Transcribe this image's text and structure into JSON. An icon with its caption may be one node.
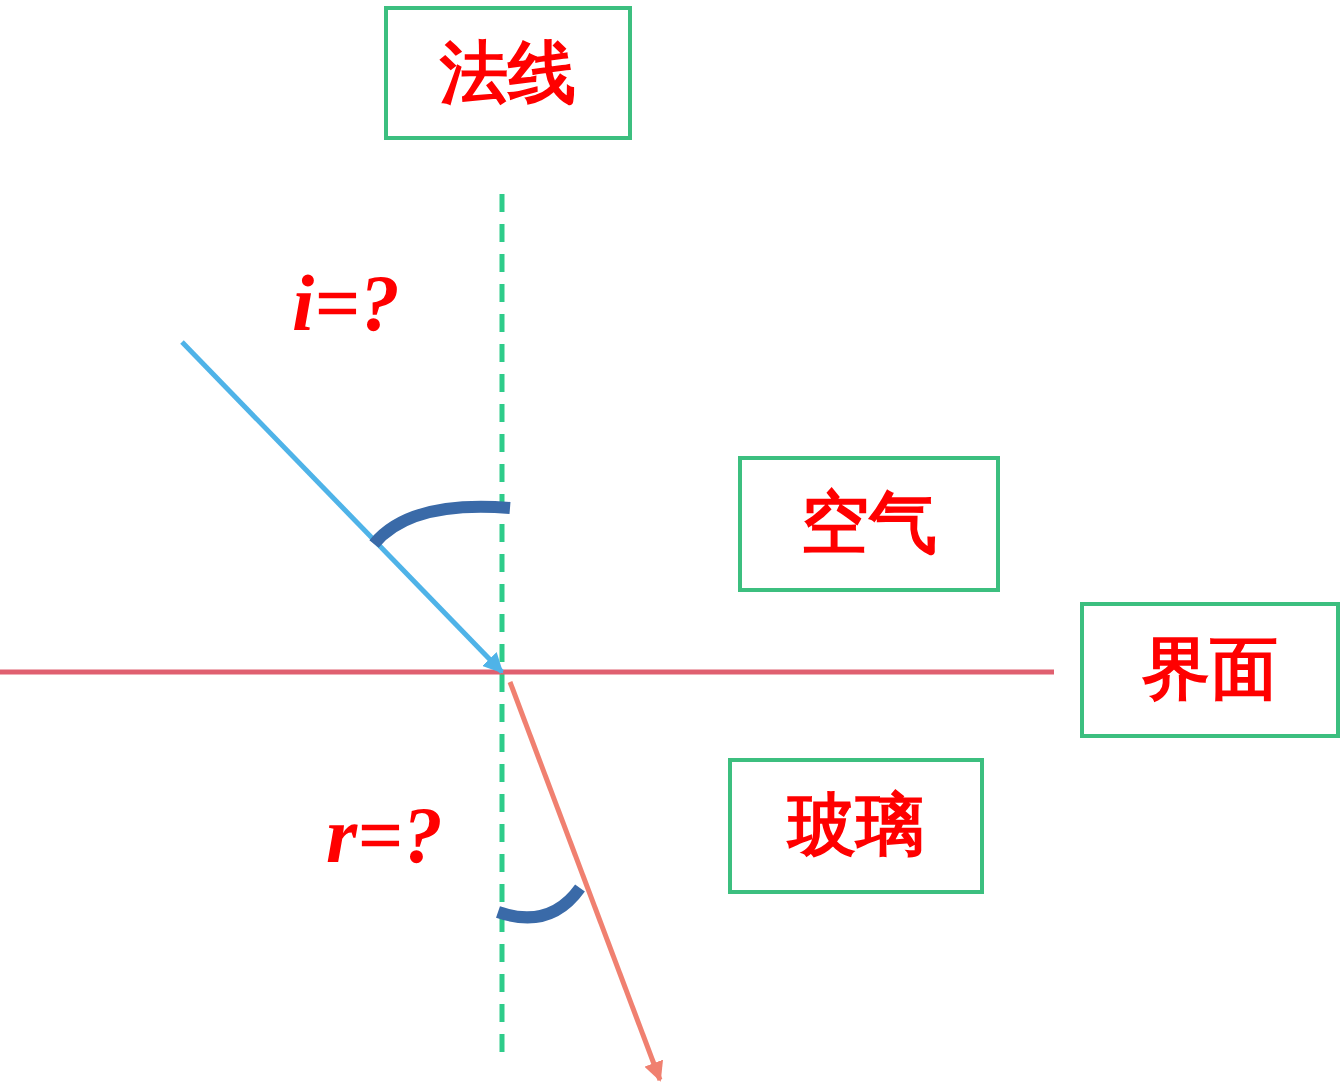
{
  "diagram": {
    "nodes": [
      {
        "text": [
          "法线"
        ]
      },
      {
        "text": [
          "空气"
        ]
      },
      {
        "text": [
          "界面"
        ]
      },
      {
        "text": [
          "玻璃"
        ]
      }
    ],
    "labels": [
      "i=?",
      "r=?"
    ]
  }
}
